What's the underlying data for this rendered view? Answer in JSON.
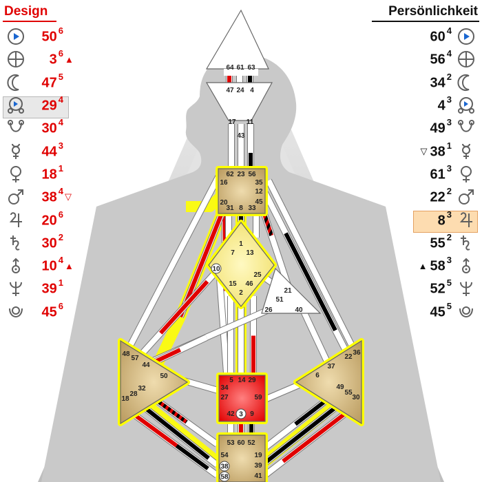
{
  "design": {
    "title": "Design",
    "color": "#e00000",
    "rows": [
      {
        "planet": "sun",
        "icon": "sun-icon",
        "gate": "50",
        "line": "6",
        "mark": ""
      },
      {
        "planet": "earth",
        "icon": "earth-icon",
        "gate": "3",
        "line": "6",
        "mark": "▲"
      },
      {
        "planet": "moon",
        "icon": "moon-icon",
        "gate": "47",
        "line": "5",
        "mark": ""
      },
      {
        "planet": "north-node",
        "icon": "north-node-icon",
        "gate": "29",
        "line": "4",
        "mark": ""
      },
      {
        "planet": "south-node",
        "icon": "south-node-icon",
        "gate": "30",
        "line": "4",
        "mark": ""
      },
      {
        "planet": "mercury",
        "icon": "mercury-icon",
        "gate": "44",
        "line": "3",
        "mark": ""
      },
      {
        "planet": "venus",
        "icon": "venus-icon",
        "gate": "18",
        "line": "1",
        "mark": ""
      },
      {
        "planet": "mars",
        "icon": "mars-icon",
        "gate": "38",
        "line": "4",
        "mark": "▽"
      },
      {
        "planet": "jupiter",
        "icon": "jupiter-icon",
        "gate": "20",
        "line": "6",
        "mark": ""
      },
      {
        "planet": "saturn",
        "icon": "saturn-icon",
        "gate": "30",
        "line": "2",
        "mark": ""
      },
      {
        "planet": "uranus",
        "icon": "uranus-icon",
        "gate": "10",
        "line": "4",
        "mark": "▲"
      },
      {
        "planet": "neptune",
        "icon": "neptune-icon",
        "gate": "39",
        "line": "1",
        "mark": ""
      },
      {
        "planet": "pluto",
        "icon": "pluto-icon",
        "gate": "45",
        "line": "6",
        "mark": ""
      }
    ]
  },
  "personality": {
    "title": "Persönlichkeit",
    "color": "#111111",
    "rows": [
      {
        "planet": "sun",
        "icon": "sun-icon",
        "gate": "60",
        "line": "4",
        "mark": ""
      },
      {
        "planet": "earth",
        "icon": "earth-icon",
        "gate": "56",
        "line": "4",
        "mark": ""
      },
      {
        "planet": "moon",
        "icon": "moon-icon",
        "gate": "34",
        "line": "2",
        "mark": ""
      },
      {
        "planet": "north-node",
        "icon": "north-node-icon",
        "gate": "4",
        "line": "3",
        "mark": ""
      },
      {
        "planet": "south-node",
        "icon": "south-node-icon",
        "gate": "49",
        "line": "3",
        "mark": ""
      },
      {
        "planet": "mercury",
        "icon": "mercury-icon",
        "gate": "38",
        "line": "1",
        "mark": "▽"
      },
      {
        "planet": "venus",
        "icon": "venus-icon",
        "gate": "61",
        "line": "3",
        "mark": ""
      },
      {
        "planet": "mars",
        "icon": "mars-icon",
        "gate": "22",
        "line": "2",
        "mark": ""
      },
      {
        "planet": "jupiter",
        "icon": "jupiter-icon",
        "gate": "8",
        "line": "3",
        "mark": ""
      },
      {
        "planet": "saturn",
        "icon": "saturn-icon",
        "gate": "55",
        "line": "2",
        "mark": ""
      },
      {
        "planet": "uranus",
        "icon": "uranus-icon",
        "gate": "58",
        "line": "3",
        "mark": "▲"
      },
      {
        "planet": "neptune",
        "icon": "neptune-icon",
        "gate": "52",
        "line": "5",
        "mark": ""
      },
      {
        "planet": "pluto",
        "icon": "pluto-icon",
        "gate": "45",
        "line": "5",
        "mark": ""
      }
    ]
  },
  "highlight": {
    "design_row": "3",
    "personality_row": "8"
  },
  "colors": {
    "design": "#e00000",
    "personality": "#000000",
    "defined_center": "#c8a870",
    "g_center": "#f7ec8a",
    "sacral": "#ff2020",
    "undefined_center": "#ffffff",
    "glow": "#ffff00",
    "icon_blue": "#1a66d0",
    "icon_grey": "#606060"
  },
  "gates": {
    "head": [
      "64",
      "61",
      "63"
    ],
    "ajna": [
      "47",
      "24",
      "4",
      "17",
      "43",
      "11"
    ],
    "throat": [
      "62",
      "23",
      "56",
      "16",
      "35",
      "12",
      "20",
      "45",
      "31",
      "8",
      "33"
    ],
    "g": [
      "1",
      "7",
      "13",
      "10",
      "25",
      "15",
      "46",
      "2"
    ],
    "ego": [
      "21",
      "51",
      "26",
      "40"
    ],
    "spleen": [
      "48",
      "57",
      "44",
      "50",
      "32",
      "28",
      "18"
    ],
    "sacral": [
      "5",
      "14",
      "29",
      "34",
      "27",
      "59",
      "42",
      "3",
      "9"
    ],
    "solar": [
      "36",
      "22",
      "37",
      "6",
      "49",
      "55",
      "30"
    ],
    "root": [
      "53",
      "60",
      "52",
      "54",
      "19",
      "38",
      "39",
      "58",
      "41"
    ]
  }
}
